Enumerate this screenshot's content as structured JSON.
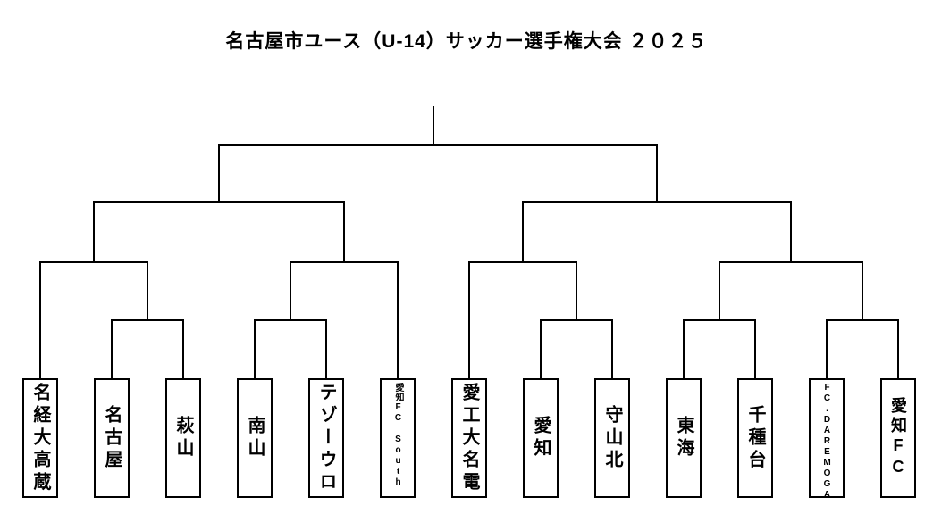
{
  "title": "名古屋市ユース（U-14）サッカー選手権大会 ２０２５",
  "colors": {
    "line": "#000000",
    "background": "#ffffff",
    "text": "#000000"
  },
  "teams": [
    {
      "name": "名経大高蔵"
    },
    {
      "name": "名古屋"
    },
    {
      "name": "萩山"
    },
    {
      "name": "南山"
    },
    {
      "name": "テゾーウロ"
    },
    {
      "name": "愛知FC South"
    },
    {
      "name": "愛工大名電"
    },
    {
      "name": "愛知"
    },
    {
      "name": "守山北"
    },
    {
      "name": "東海"
    },
    {
      "name": "千種台"
    },
    {
      "name": "FC.DAREMOGA"
    },
    {
      "name": "愛知FC"
    }
  ],
  "bracket_structure": {
    "round1_matches": [
      {
        "left": "名古屋",
        "right": "萩山"
      },
      {
        "left": "南山",
        "right": "テゾーウロ"
      },
      {
        "left": "愛知",
        "right": "守山北"
      },
      {
        "left": "東海",
        "right": "千種台"
      },
      {
        "left": "FC.DAREMOGA",
        "right": "愛知FC"
      }
    ],
    "quarterfinal_byes": [
      "名経大高蔵",
      "愛知FC South",
      "愛工大名電"
    ],
    "rounds": [
      "round1",
      "quarterfinal",
      "semifinal",
      "final"
    ]
  }
}
